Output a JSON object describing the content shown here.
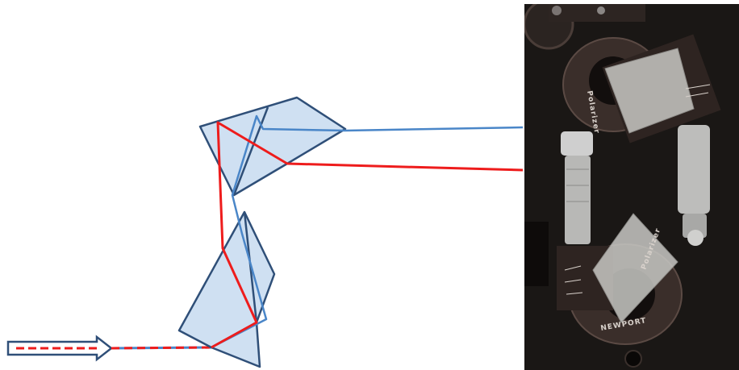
{
  "diagram": {
    "description_colors": {
      "prism_fill": "#cfe0f2",
      "prism_stroke": "#2f4f78",
      "beam_blue": "#4a86c8",
      "beam_red": "#ee1c1c",
      "arrow_stroke": "#2f4f78"
    }
  },
  "photo": {
    "label_top": "Polarizer",
    "label_bottom": "Polarizer",
    "label_brand_bottom": "NEWPORT"
  }
}
